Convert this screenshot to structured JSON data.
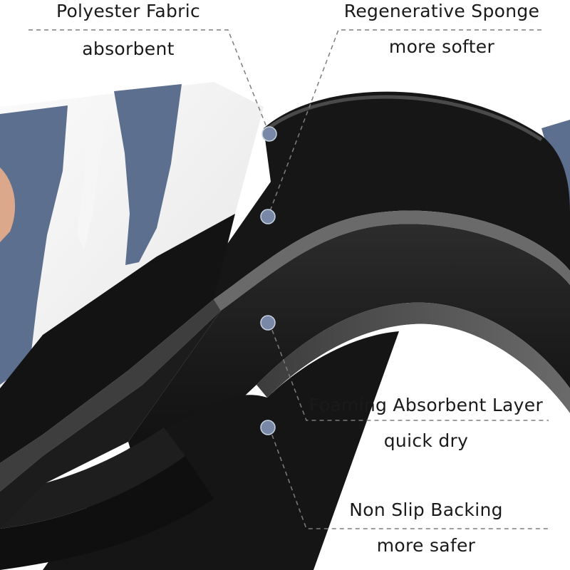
{
  "callouts": [
    {
      "title": "Polyester Fabric",
      "subtitle": "absorbent"
    },
    {
      "title": "Regenerative Sponge",
      "subtitle": "more softer"
    },
    {
      "title": "Foaming Absorbent Layer",
      "subtitle": "quick dry"
    },
    {
      "title": "Non Slip Backing",
      "subtitle": "more safer"
    }
  ],
  "colors": {
    "background": "#ffffff",
    "fabric": "#f4f4f4",
    "pattern_blue": "#5d6f8e",
    "pattern_peach": "#dca88c",
    "layer_black": "#121212",
    "layer_gray": "#5a5a5a",
    "marker_dot": "#7888a6",
    "leader_line": "#7d7d7d"
  }
}
